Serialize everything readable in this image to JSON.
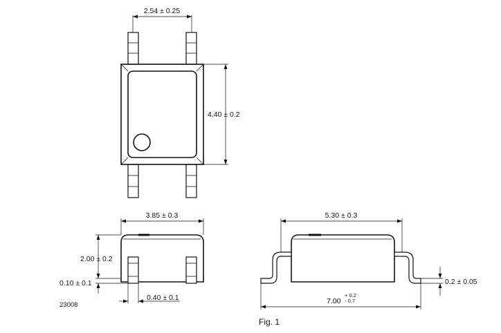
{
  "top_view": {
    "pin_pitch": "2.54 ± 0.25",
    "body_length": "4.40 ± 0.2"
  },
  "front_view": {
    "body_width": "3.85 ± 0.3",
    "height": "2.00 ± 0.2",
    "standoff": "0.10 ± 0.1",
    "lead_width": "0.40 ± 0.1",
    "drawing_number": "23008"
  },
  "side_view": {
    "body_width": "5.30 ± 0.3",
    "lead_thickness": "0.2 ± 0.05",
    "overall_span_nominal": "7.00",
    "overall_span_tol_plus": "+ 0.2",
    "overall_span_tol_minus": "- 0.7"
  },
  "caption": "Fig. 1"
}
